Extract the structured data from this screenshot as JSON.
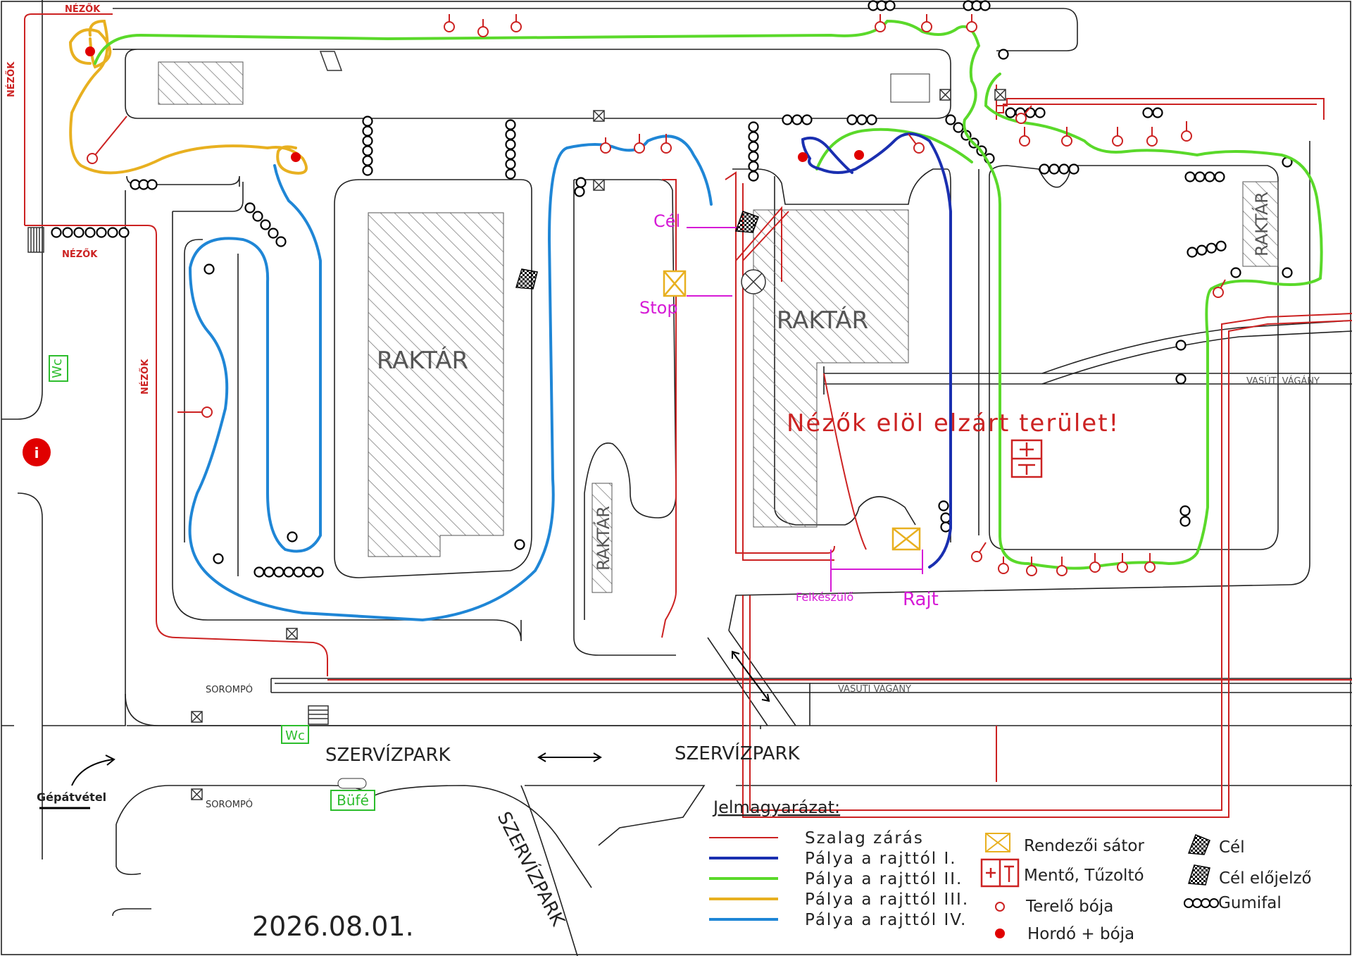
{
  "labels": {
    "spectators": "NÉZŐK",
    "warehouse": "RAKTÁR",
    "toilet": "Wc",
    "finish": "Cél",
    "stop": "Stop",
    "start": "Rajt",
    "prep": "Felkészülő",
    "closed_area": "Nézők elöl elzárt terület!",
    "rail_track": "VASÚTI VÁGÁNY",
    "barrier": "SOROMPÓ",
    "service_park": "SZERVÍZPARK",
    "buffet": "Büfé",
    "scrutineering": "Gépátvétel",
    "date": "2026.08.01.",
    "info": "i",
    "ambulance_symbol": "+T"
  },
  "legend": {
    "title": "Jelmagyarázat:",
    "lines": [
      {
        "label": "Szalag zárás",
        "color": "#cc2222"
      },
      {
        "label": "Pálya a rajttól I.",
        "color": "#1a2fb0"
      },
      {
        "label": "Pálya a rajttól II.",
        "color": "#5ad92a"
      },
      {
        "label": "Pálya a rajttól III.",
        "color": "#e8b020"
      },
      {
        "label": "Pálya a rajttól IV.",
        "color": "#1f86d6"
      }
    ],
    "symbols": [
      {
        "label": "Rendezői sátor",
        "icon": "tent-icon"
      },
      {
        "label": "Mentő, Tűzoltó",
        "icon": "ambulance-fire-icon"
      },
      {
        "label": "Terelő bója",
        "icon": "cone-icon"
      },
      {
        "label": "Hordó + bója",
        "icon": "barrel-icon"
      },
      {
        "label": "Cél",
        "icon": "finish-flag-icon"
      },
      {
        "label": "Cél előjelző",
        "icon": "finish-warning-icon"
      },
      {
        "label": "Gumifal",
        "icon": "tyre-wall-icon"
      }
    ]
  },
  "colors": {
    "tape": "#cc2222",
    "route1": "#1a2fb0",
    "route2": "#5ad92a",
    "route3": "#e8b020",
    "route4": "#1f86d6",
    "magenta": "#d61ad6",
    "tent": "#e8b020",
    "green_label": "#2dbd2d",
    "barrel": "#e00000"
  }
}
